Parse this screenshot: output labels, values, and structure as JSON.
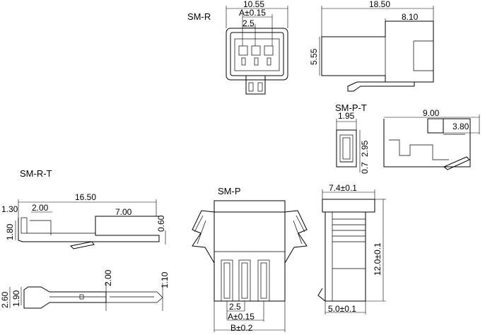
{
  "views": {
    "sm_r": "SM-R",
    "sm_p_t": "SM-P-T",
    "sm_r_t": "SM-R-T",
    "sm_p": "SM-P"
  },
  "dims": {
    "sm_r_width": "10.55",
    "sm_r_a": "A±0.15",
    "sm_r_pitch": "2.5",
    "sm_r_side_len": "18.50",
    "sm_r_side_sub": "8.10",
    "sm_r_side_h": "5.55",
    "sm_p_t_w": "1.95",
    "sm_p_t_h1": "2.95",
    "sm_p_t_h2": "0.7",
    "sm_p_t_len": "9.00",
    "sm_p_t_sub": "3.80",
    "sm_r_t_len": "16.50",
    "sm_r_t_a": "1.30",
    "sm_r_t_b": "2.00",
    "sm_r_t_c": "7.00",
    "sm_r_t_h1": "1.80",
    "sm_r_t_h2": "0.60",
    "sm_r_t_low1": "2.00",
    "sm_r_t_low2": "1.10",
    "sm_r_t_low3": "2.60",
    "sm_r_t_low4": "1.90",
    "sm_p_pitch": "2.5",
    "sm_p_a": "A±0.15",
    "sm_p_b": "B±0.2",
    "sm_p_side_w": "7.4±0.1",
    "sm_p_side_h": "12.0±0.1",
    "sm_p_side_b": "5.0±0.1"
  }
}
